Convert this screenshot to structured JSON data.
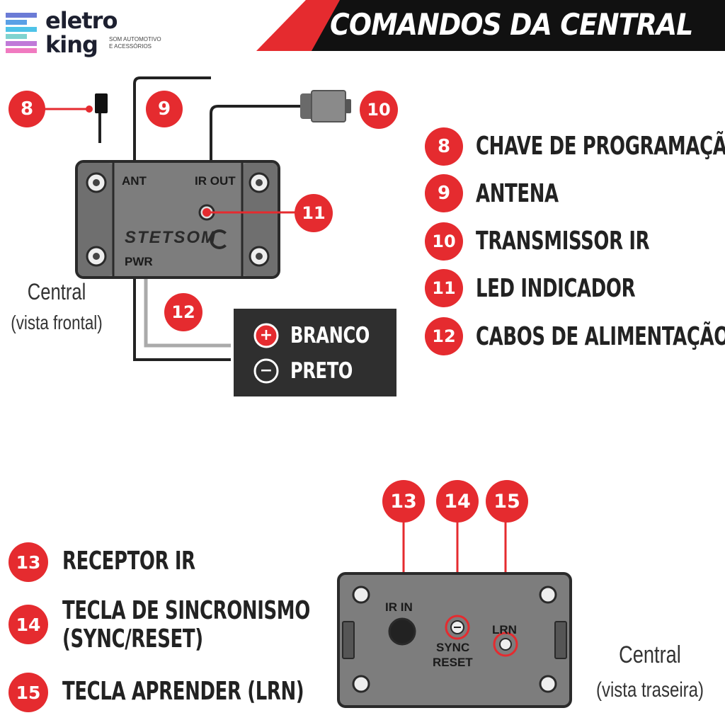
{
  "brand": {
    "name_line1": "eletro",
    "name_line2": "king",
    "tagline_line1": "SOM AUTOMOTIVO",
    "tagline_line2": "E ACESSÓRIOS"
  },
  "header": {
    "title": "COMANDOS DA CENTRAL"
  },
  "front_view": {
    "port_labels": {
      "ant": "ANT",
      "ir_out": "IR OUT",
      "pwr": "PWR"
    },
    "logo_text": "STETSOM",
    "caption_line1": "Central",
    "caption_line2": "(vista frontal)",
    "callouts": {
      "n8": "8",
      "n9": "9",
      "n10": "10",
      "n11": "11",
      "n12": "12"
    },
    "power_legend": {
      "positive_symbol": "+",
      "positive": "BRANCO",
      "negative_symbol": "−",
      "negative": "PRETO"
    }
  },
  "legend_top": [
    {
      "number": "8",
      "text": "CHAVE DE PROGRAMAÇÃO"
    },
    {
      "number": "9",
      "text": "ANTENA"
    },
    {
      "number": "10",
      "text": "TRANSMISSOR IR"
    },
    {
      "number": "11",
      "text": "LED INDICADOR"
    },
    {
      "number": "12",
      "text": "CABOS DE ALIMENTAÇÃO"
    }
  ],
  "legend_bottom": [
    {
      "number": "13",
      "line1": "RECEPTOR IR",
      "line2": ""
    },
    {
      "number": "14",
      "line1": "TECLA DE SINCRONISMO",
      "line2": "(SYNC/RESET)"
    },
    {
      "number": "15",
      "line1": "TECLA APRENDER (LRN)",
      "line2": ""
    }
  ],
  "rear_view": {
    "callouts": {
      "n13": "13",
      "n14": "14",
      "n15": "15"
    },
    "labels": {
      "ir_in": "IR IN",
      "sync": "SYNC",
      "reset": "RESET",
      "lrn": "LRN"
    },
    "caption_line1": "Central",
    "caption_line2": "(vista traseira)"
  }
}
